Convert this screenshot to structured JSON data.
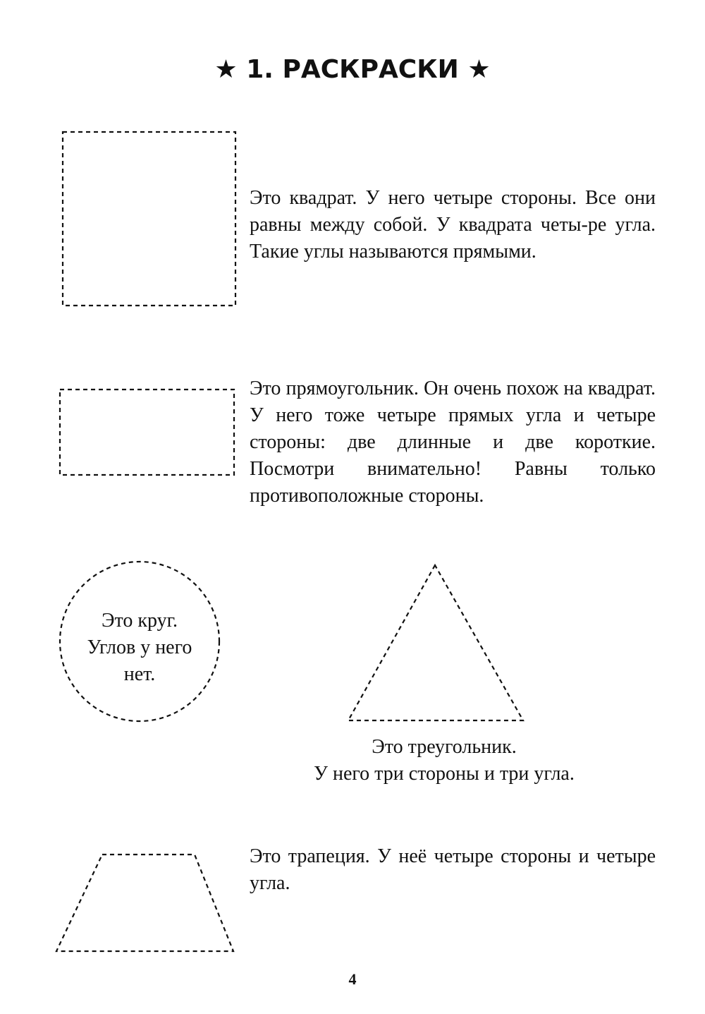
{
  "title": "★  1. РАСКРАСКИ  ★",
  "square": "Это квадрат. У него четыре стороны. Все они равны между собой. У квадрата четы-ре угла. Такие углы называются прямыми.",
  "rectangle": "Это прямоугольник. Он очень похож на квадрат. У него тоже четыре прямых угла и четыре стороны: две длинные и две короткие. Посмотри внимательно! Равны только противоположные стороны.",
  "circle": [
    "Это круг.",
    "Углов у него",
    "нет."
  ],
  "triangle": [
    "Это треугольник.",
    "У него три стороны и три угла."
  ],
  "trapezoid": "Это трапеция. У неё четыре стороны и четыре угла.",
  "page_number": "4"
}
